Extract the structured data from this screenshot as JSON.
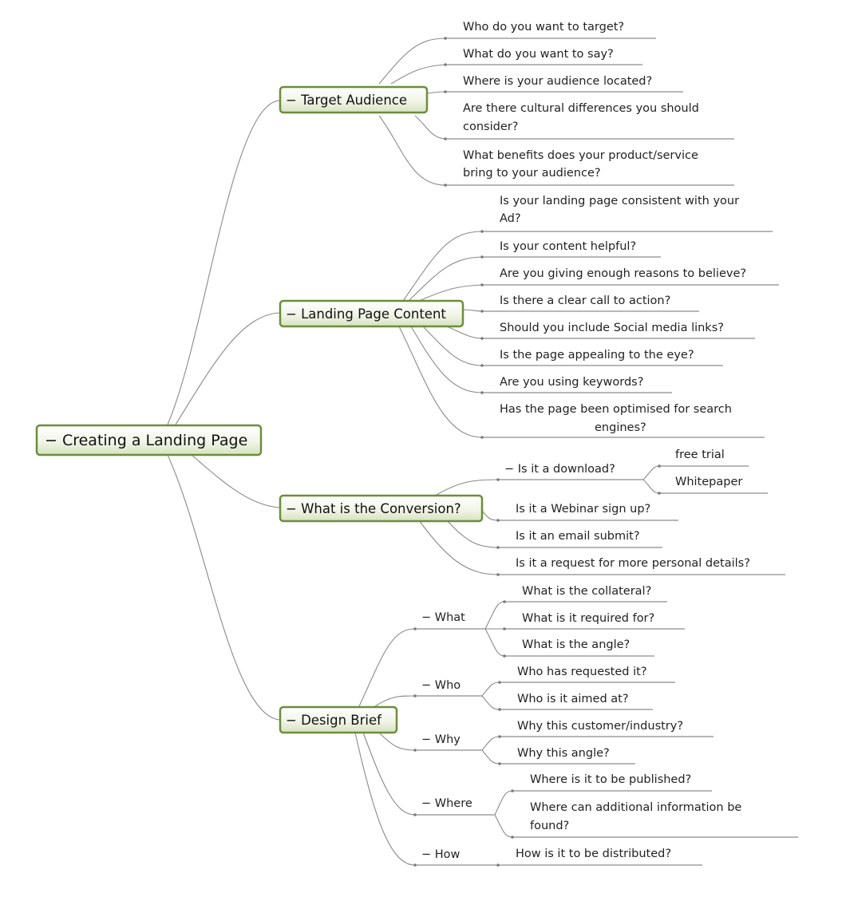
{
  "root": {
    "label": "− Creating a Landing Page"
  },
  "branches": [
    {
      "label": "− Target Audience",
      "items": [
        {
          "lines": [
            "Who do you want to target?"
          ]
        },
        {
          "lines": [
            "What do you want to say?"
          ]
        },
        {
          "lines": [
            "Where is your audience located?"
          ]
        },
        {
          "lines": [
            "Are there cultural differences you should",
            "consider?"
          ]
        },
        {
          "lines": [
            "What benefits does your product/service",
            "bring to your audience?"
          ]
        }
      ]
    },
    {
      "label": "− Landing Page Content",
      "items": [
        {
          "lines": [
            "Is your landing page consistent with your",
            "Ad?"
          ]
        },
        {
          "lines": [
            "Is your content helpful?"
          ]
        },
        {
          "lines": [
            "Are you giving enough reasons to believe?"
          ]
        },
        {
          "lines": [
            "Is there a clear call to action?"
          ]
        },
        {
          "lines": [
            "Should you include Social media links?"
          ]
        },
        {
          "lines": [
            "Is the page appealing to the eye?"
          ]
        },
        {
          "lines": [
            "Are you using keywords?"
          ]
        },
        {
          "lines": [
            "Has the page been optimised for search",
            "engines?"
          ]
        }
      ]
    },
    {
      "label": "− What is the Conversion?",
      "items": [
        {
          "label": "− Is it a download?",
          "children": [
            {
              "label": "free trial"
            },
            {
              "label": "Whitepaper"
            }
          ]
        },
        {
          "lines": [
            "Is it a Webinar sign up?"
          ]
        },
        {
          "lines": [
            "Is it an email submit?"
          ]
        },
        {
          "lines": [
            "Is it a request for more personal details?"
          ]
        }
      ]
    },
    {
      "label": "− Design Brief",
      "groups": [
        {
          "label": "− What",
          "children": [
            "What is the collateral?",
            "What is it required for?",
            "What is the angle?"
          ]
        },
        {
          "label": "− Who",
          "children": [
            "Who has requested it?",
            "Who is it aimed at?"
          ]
        },
        {
          "label": "− Why",
          "children": [
            "Why this customer/industry?",
            "Why this angle?"
          ]
        },
        {
          "label": "− Where",
          "children": [
            [
              "Where is it to be published?"
            ],
            [
              "Where can additional information be",
              "found?"
            ]
          ]
        },
        {
          "label": "− How",
          "children": [
            "How is it to be distributed?"
          ]
        }
      ]
    }
  ]
}
